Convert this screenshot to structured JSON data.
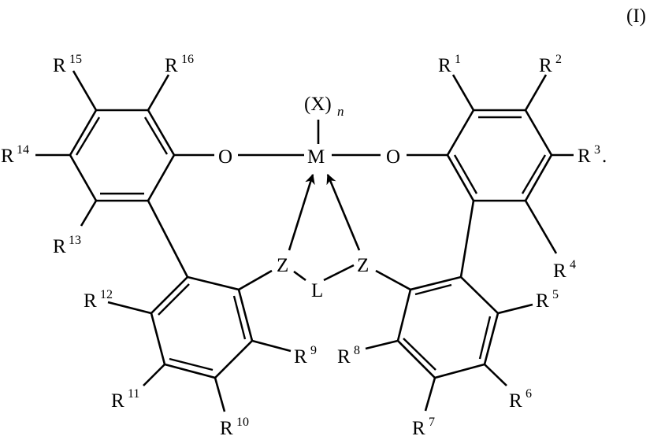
{
  "formula_number": "(I)",
  "center": {
    "metal": "M",
    "ligand": "(X)",
    "ligand_subscript": "n",
    "oxygen_left": "O",
    "oxygen_right": "O",
    "donor_left": "Z",
    "donor_right": "Z",
    "linker": "L"
  },
  "substituents": {
    "r1": {
      "base": "R",
      "sup": "1"
    },
    "r2": {
      "base": "R",
      "sup": "2"
    },
    "r3": {
      "base": "R",
      "sup": "3",
      "suffix": "."
    },
    "r4": {
      "base": "R",
      "sup": "4"
    },
    "r5": {
      "base": "R",
      "sup": "5"
    },
    "r6": {
      "base": "R",
      "sup": "6"
    },
    "r7": {
      "base": "R",
      "sup": "7"
    },
    "r8": {
      "base": "R",
      "sup": "8"
    },
    "r9": {
      "base": "R",
      "sup": "9"
    },
    "r10": {
      "base": "R",
      "sup": "10"
    },
    "r11": {
      "base": "R",
      "sup": "11"
    },
    "r12": {
      "base": "R",
      "sup": "12"
    },
    "r13": {
      "base": "R",
      "sup": "13"
    },
    "r14": {
      "base": "R",
      "sup": "14"
    },
    "r15": {
      "base": "R",
      "sup": "15"
    },
    "r16": {
      "base": "R",
      "sup": "16"
    }
  }
}
